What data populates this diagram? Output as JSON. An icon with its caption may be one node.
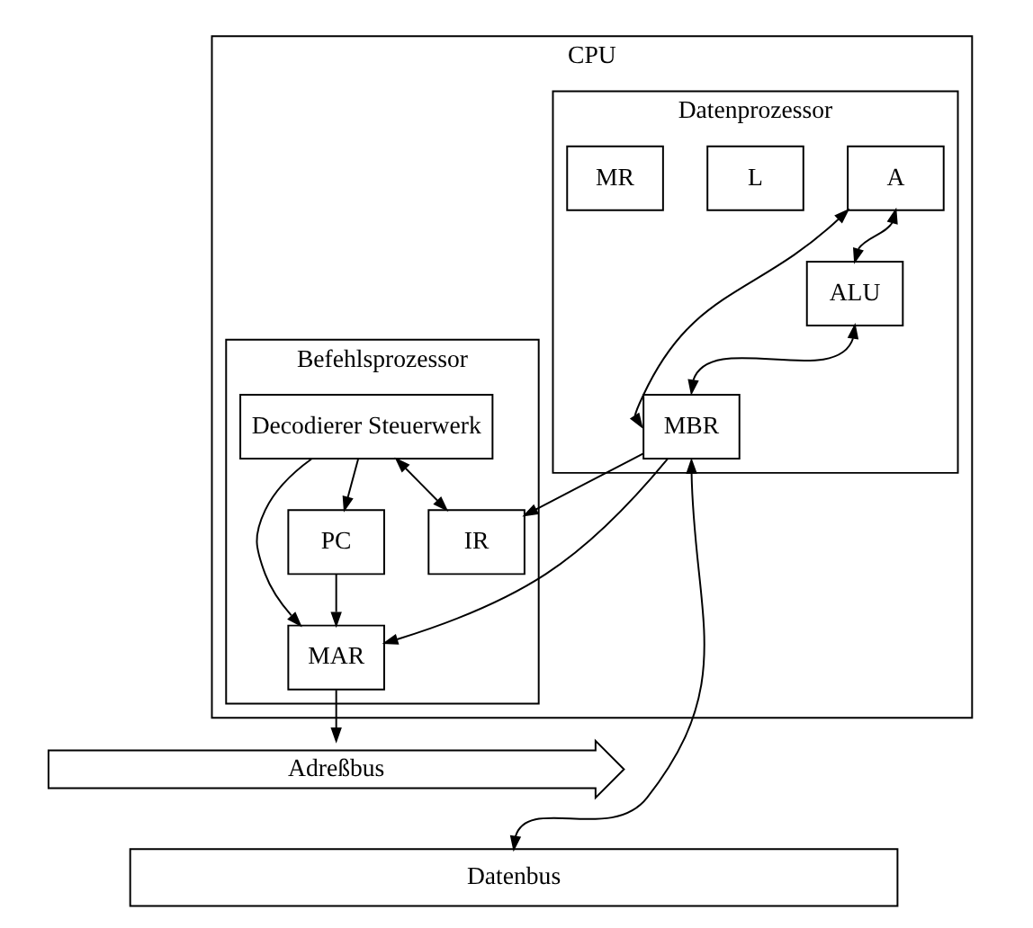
{
  "diagram": {
    "nodes": [
      {
        "text": [
          "CPU"
        ]
      },
      {
        "text": [
          "Datenprozessor"
        ],
        "in": 0
      },
      {
        "text": [
          "Befehlsprozessor"
        ],
        "in": 0
      },
      {
        "text": [
          "MR"
        ],
        "in": 1
      },
      {
        "text": [
          "L"
        ],
        "in": 1
      },
      {
        "text": [
          "A"
        ],
        "in": 1
      },
      {
        "text": [
          "ALU"
        ],
        "in": 1
      },
      {
        "text": [
          "MBR"
        ],
        "in": 1
      },
      {
        "text": [
          "Decodierer Steuerwerk"
        ],
        "in": 2
      },
      {
        "text": [
          "IR"
        ],
        "in": 2
      },
      {
        "text": [
          "MAR"
        ],
        "in": 2
      },
      {
        "text": [
          "PC"
        ],
        "in": 2
      },
      {
        "text": [
          "Adreßbus"
        ]
      },
      {
        "text": [
          "Datenbus"
        ]
      }
    ],
    "edges": [
      {
        "from": 5,
        "to": 6,
        "arrow": "both"
      },
      {
        "from": 6,
        "to": 7,
        "arrow": "both"
      },
      {
        "from": 7,
        "to": 5,
        "arrow": "both"
      },
      {
        "from": 7,
        "to": 9,
        "arrow": "to"
      },
      {
        "from": 7,
        "to": 10,
        "arrow": "to"
      },
      {
        "from": 8,
        "to": 9,
        "arrow": "both"
      },
      {
        "from": 8,
        "to": 10,
        "arrow": "to"
      },
      {
        "from": 8,
        "to": 11,
        "arrow": "to"
      },
      {
        "from": 11,
        "to": 10,
        "arrow": "to"
      },
      {
        "from": 10,
        "to": 12,
        "arrow": "to"
      },
      {
        "from": 7,
        "to": 13,
        "arrow": "both"
      }
    ]
  }
}
